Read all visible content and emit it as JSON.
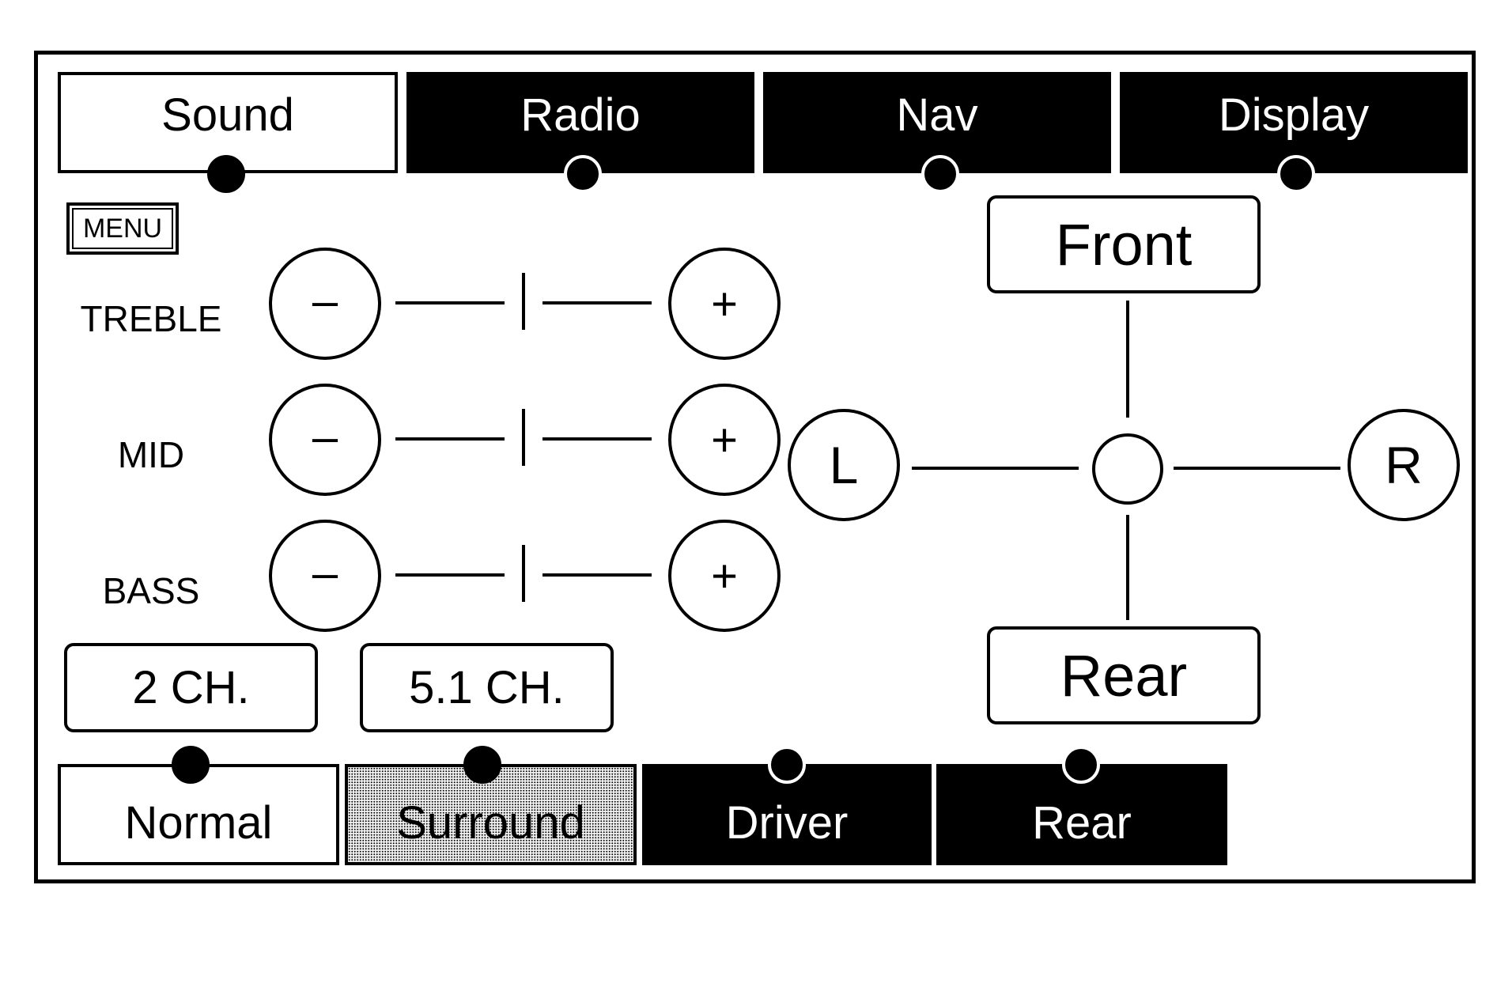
{
  "tabs": {
    "sound": "Sound",
    "radio": "Radio",
    "nav": "Nav",
    "display": "Display"
  },
  "menu_label": "MENU",
  "eq": {
    "treble": "TREBLE",
    "mid": "MID",
    "bass": "BASS",
    "minus": "–",
    "plus": "+"
  },
  "balance": {
    "front": "Front",
    "rear": "Rear",
    "left": "L",
    "right": "R"
  },
  "channels": {
    "two": "2 CH.",
    "five_one": "5.1 CH."
  },
  "modes": {
    "normal": "Normal",
    "surround": "Surround",
    "driver": "Driver",
    "rear": "Rear"
  },
  "colors": {
    "selected": "#ffffff",
    "unselected": "#000000"
  }
}
